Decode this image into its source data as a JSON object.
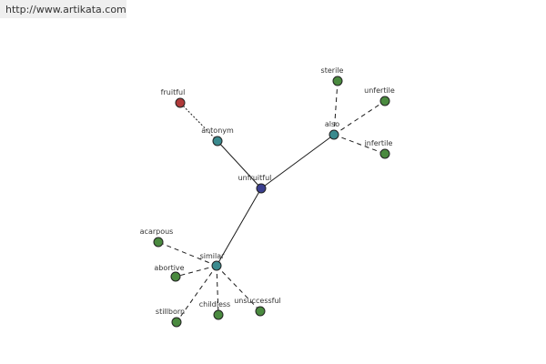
{
  "header": {
    "url": "http://www.artikata.com"
  },
  "colors": {
    "center": "#3b3f8f",
    "relation": "#3a8a8e",
    "word": "#4a8a3f",
    "antonym_word": "#b03a3a"
  },
  "graph": {
    "nodes": [
      {
        "id": "unfruitful",
        "label": "unfruitful",
        "kind": "center"
      },
      {
        "id": "antonym",
        "label": "antonym",
        "kind": "relation"
      },
      {
        "id": "also",
        "label": "also",
        "kind": "relation"
      },
      {
        "id": "similar",
        "label": "similar",
        "kind": "relation"
      },
      {
        "id": "fruitful",
        "label": "fruitful",
        "kind": "antonym_word"
      },
      {
        "id": "sterile",
        "label": "sterile",
        "kind": "word"
      },
      {
        "id": "unfertile",
        "label": "unfertile",
        "kind": "word"
      },
      {
        "id": "infertile",
        "label": "infertile",
        "kind": "word"
      },
      {
        "id": "acarpous",
        "label": "acarpous",
        "kind": "word"
      },
      {
        "id": "abortive",
        "label": "abortive",
        "kind": "word"
      },
      {
        "id": "stillborn",
        "label": "stillborn",
        "kind": "word"
      },
      {
        "id": "childless",
        "label": "childless",
        "kind": "word"
      },
      {
        "id": "unsuccessful",
        "label": "unsuccessful",
        "kind": "word"
      }
    ],
    "edges": [
      {
        "from": "unfruitful",
        "to": "antonym",
        "style": "solid"
      },
      {
        "from": "unfruitful",
        "to": "also",
        "style": "solid"
      },
      {
        "from": "unfruitful",
        "to": "similar",
        "style": "solid"
      },
      {
        "from": "antonym",
        "to": "fruitful",
        "style": "dotted"
      },
      {
        "from": "also",
        "to": "sterile",
        "style": "dashed"
      },
      {
        "from": "also",
        "to": "unfertile",
        "style": "dashed"
      },
      {
        "from": "also",
        "to": "infertile",
        "style": "dashed"
      },
      {
        "from": "similar",
        "to": "acarpous",
        "style": "dashed"
      },
      {
        "from": "similar",
        "to": "abortive",
        "style": "dashed"
      },
      {
        "from": "similar",
        "to": "stillborn",
        "style": "dashed"
      },
      {
        "from": "similar",
        "to": "childless",
        "style": "dashed"
      },
      {
        "from": "similar",
        "to": "unsuccessful",
        "style": "dashed"
      }
    ]
  }
}
